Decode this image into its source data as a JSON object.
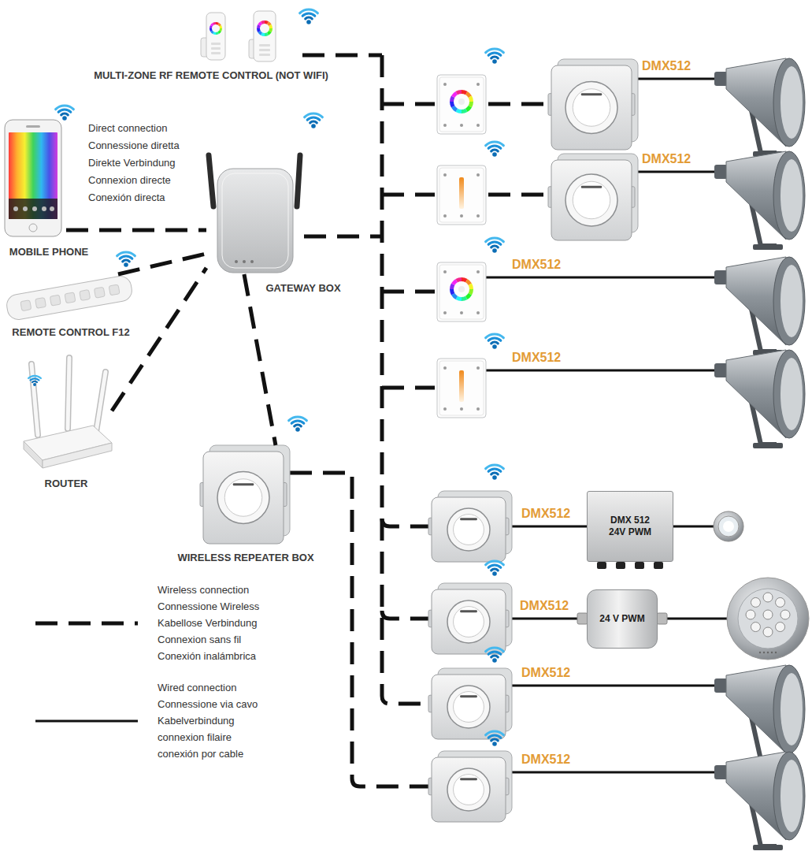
{
  "diagram": {
    "nodes": [
      {
        "text": [
          "MULTI-ZONE RF REMOTE CONTROL (NOT WIFI)"
        ]
      },
      {
        "text": [
          "MOBILE PHONE"
        ]
      },
      {
        "text": [
          "GATEWAY BOX"
        ]
      },
      {
        "text": [
          "REMOTE CONTROL F12"
        ]
      },
      {
        "text": [
          "ROUTER"
        ]
      },
      {
        "text": [
          "WIRELESS REPEATER BOX"
        ]
      },
      {
        "text": [
          "DMX 512 24V PWM"
        ]
      },
      {
        "text": [
          "24 V PWM"
        ]
      }
    ],
    "edges": [
      {
        "from": 1,
        "to": 2,
        "arrow": "none",
        "label": "Direct connection Connessione diretta Direkte Verbindung Connexion directe Conexión directa"
      },
      {
        "from": 3,
        "to": 2,
        "arrow": "none"
      },
      {
        "from": 4,
        "to": 2,
        "arrow": "none"
      },
      {
        "from": 2,
        "to": 5,
        "arrow": "none"
      }
    ],
    "labels": [
      "DMX512",
      "DMX512",
      "DMX512",
      "DMX512",
      "DMX512",
      "DMX512",
      "DMX512",
      "DMX512"
    ],
    "legend": [
      {
        "text": "Wireless connection Connessione Wireless Kabellose Verbindung Connexion sans fil Conexión inalámbrica"
      },
      {
        "text": "Wired connection Connessione via cavo Kabelverbindung connexion filaire conexión por cable"
      }
    ]
  }
}
